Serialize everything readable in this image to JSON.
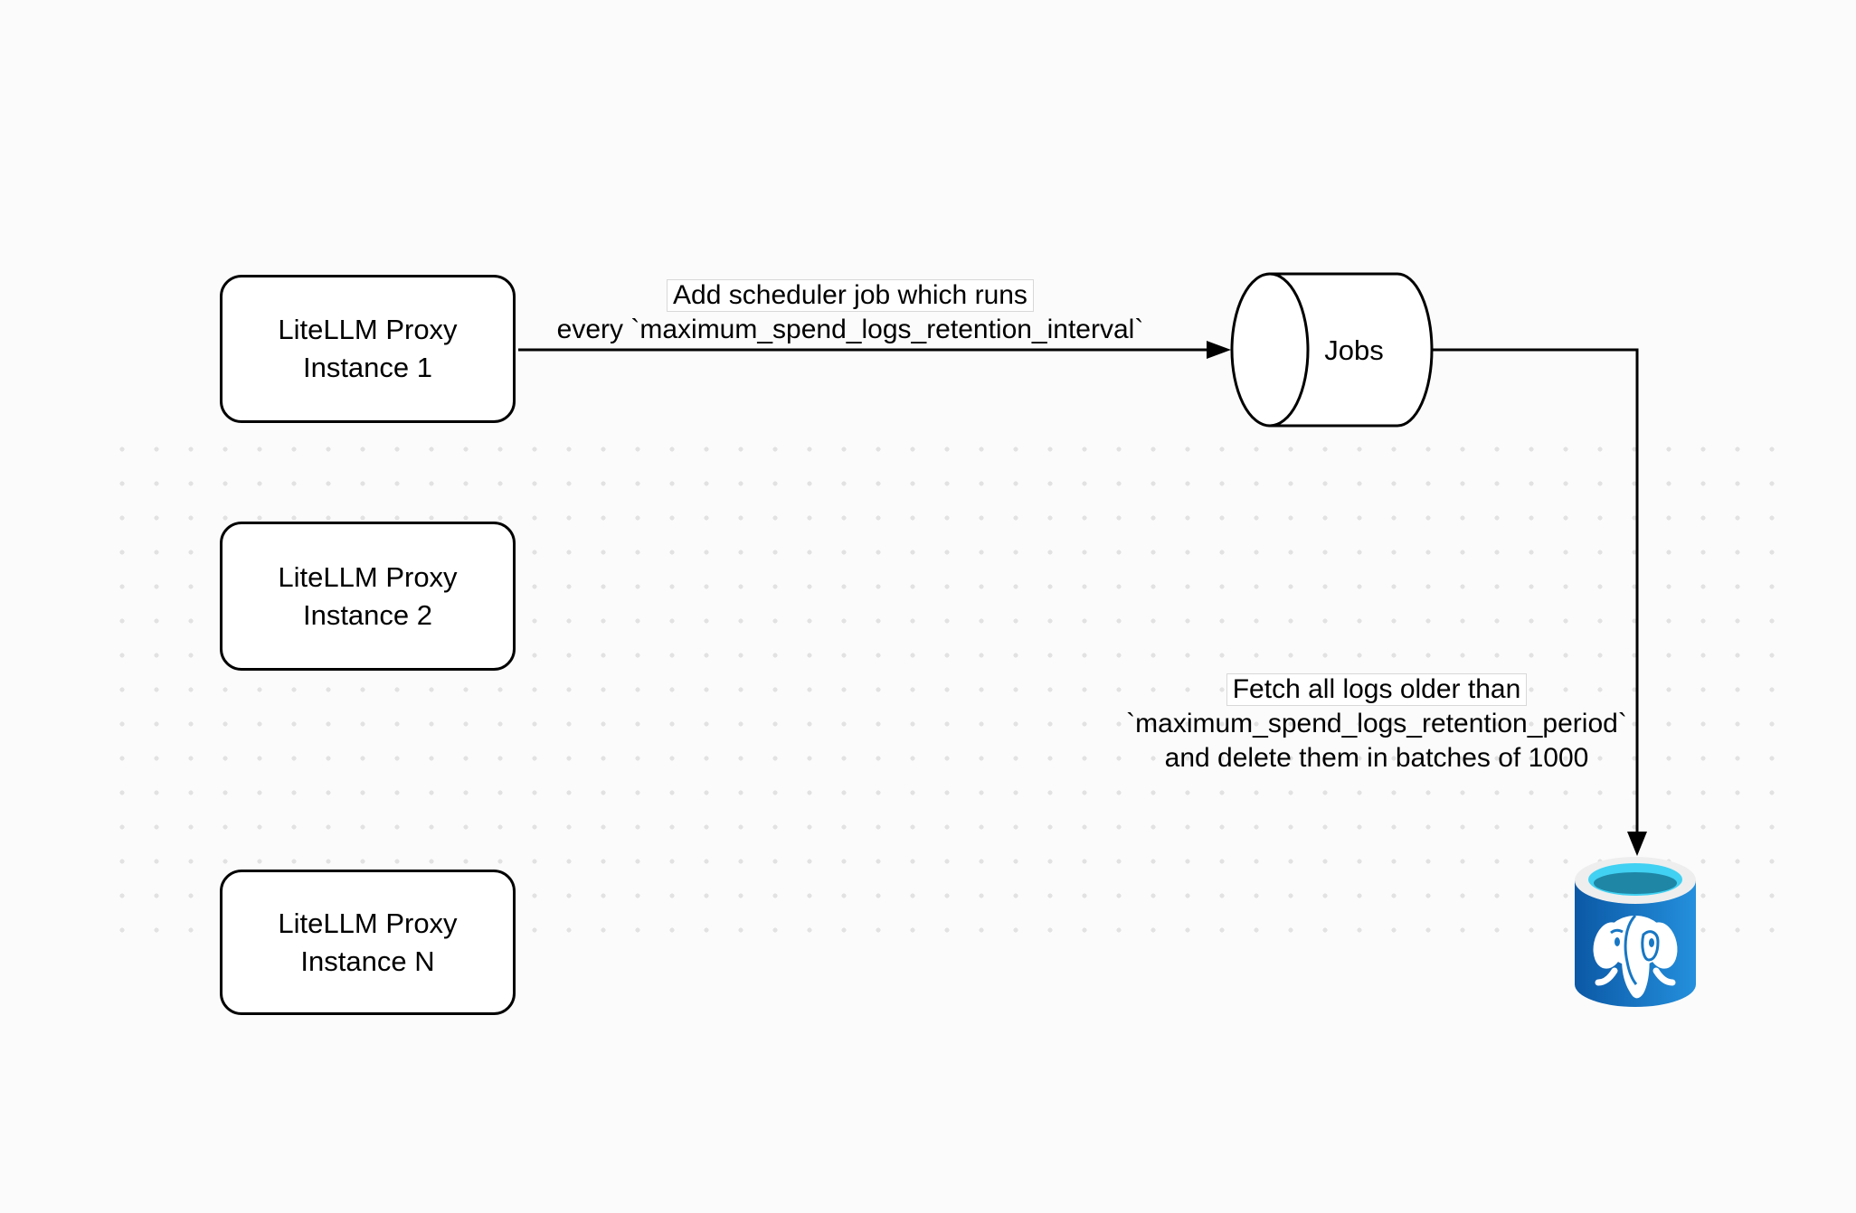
{
  "diagram": {
    "background_color": "#fbfbfb",
    "grid_dot_color": "#e2e2e2",
    "stroke_color": "#000000",
    "nodes": {
      "instance1": {
        "line1": "LiteLLM Proxy",
        "line2": "Instance 1"
      },
      "instance2": {
        "line1": "LiteLLM Proxy",
        "line2": "Instance 2"
      },
      "instanceN": {
        "line1": "LiteLLM Proxy",
        "line2": "Instance N"
      },
      "jobs": {
        "label": "Jobs",
        "shape": "horizontal-cylinder"
      },
      "database": {
        "icon": "postgresql-database-icon",
        "body_color_left": "#0b58a5",
        "body_color_right": "#2490dd",
        "rim_color": "#eeeeee",
        "water_color": "#41d1f2",
        "water_shadow_color": "#1f86a5",
        "elephant_color": "#ffffff",
        "elephant_detail_color": "#1777c4"
      }
    },
    "edges": {
      "scheduler": {
        "label_line1": "Add scheduler job which runs",
        "label_line2": "every `maximum_spend_logs_retention_interval`"
      },
      "fetch": {
        "label_line1": "Fetch all logs older than",
        "label_line2": "`maximum_spend_logs_retention_period`",
        "label_line3": "and delete them in batches of 1000"
      }
    }
  }
}
